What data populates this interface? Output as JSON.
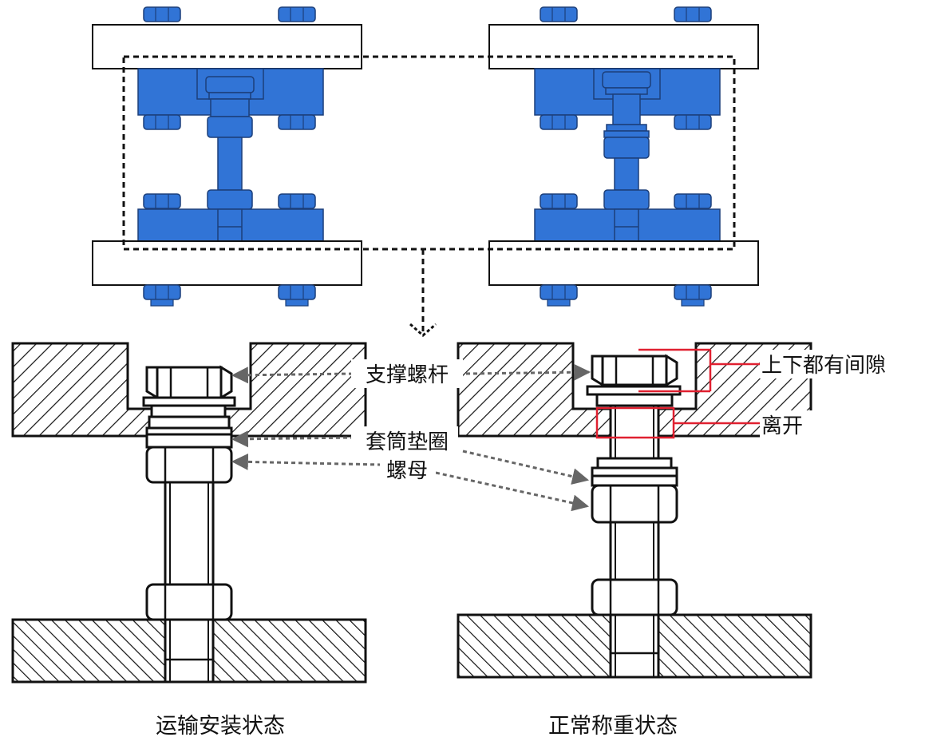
{
  "colors": {
    "bolt_blue": "#3174d6",
    "bolt_outline": "#1c3f7a",
    "gap_highlight": "#e02030",
    "leader_gray": "#666666",
    "ink": "#111111"
  },
  "labels": {
    "support_screw": "支撑螺杆",
    "sleeve_washer": "套筒垫圈",
    "nut": "螺母",
    "gap_top_bottom": "上下都有间隙",
    "separated": "离开"
  },
  "captions": {
    "transport": "运输安装状态",
    "normal": "正常称重状态"
  }
}
